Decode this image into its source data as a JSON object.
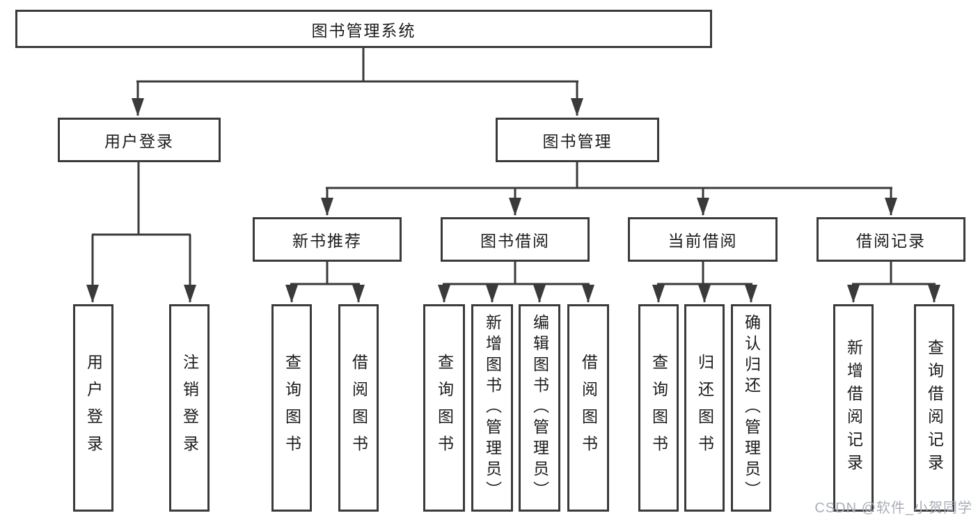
{
  "colors": {
    "line": "#3a3a3a",
    "box_border": "#3a3a3a",
    "text": "#1b1b1b",
    "watermark": "#a9aeb8",
    "background": "#ffffff"
  },
  "tree": {
    "root": {
      "label": "图书管理系统"
    },
    "level2": [
      {
        "label": "用户登录"
      },
      {
        "label": "图书管理"
      }
    ],
    "level3": [
      {
        "label": "新书推荐"
      },
      {
        "label": "图书借阅"
      },
      {
        "label": "当前借阅"
      },
      {
        "label": "借阅记录"
      }
    ],
    "leaves": {
      "login": [
        "用户登录",
        "注销登录"
      ],
      "newbook": [
        "查询图书",
        "借阅图书"
      ],
      "borrow": [
        "查询图书",
        "新增图书（管理员）",
        "编辑图书（管理员）",
        "借阅图书"
      ],
      "current": [
        "查询图书",
        "归还图书",
        "确认归还（管理员）"
      ],
      "records": [
        "新增借阅记录",
        "查询借阅记录"
      ]
    }
  },
  "watermark": {
    "label": "CSDN @软件_小贺同学"
  }
}
